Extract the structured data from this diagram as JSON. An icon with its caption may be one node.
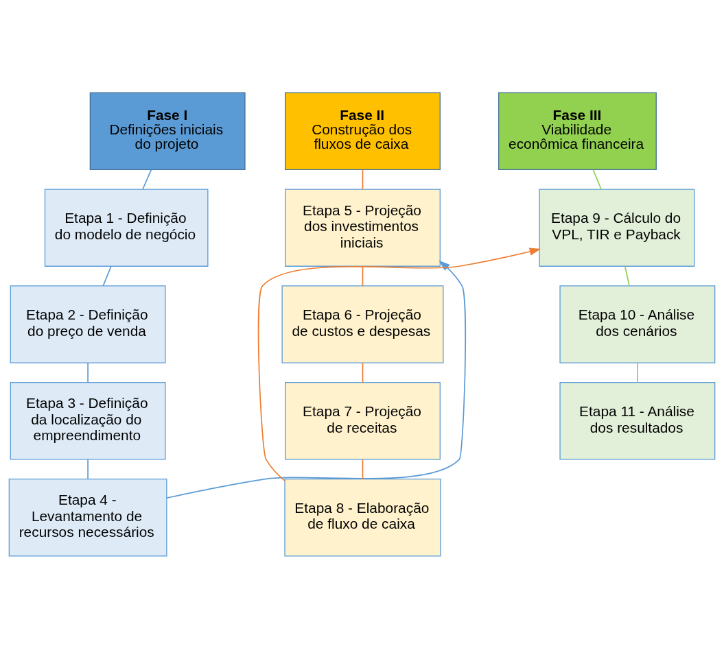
{
  "diagram": {
    "nodes": [
      {
        "text": [
          "Fase I",
          "Definições iniciais do projeto"
        ]
      },
      {
        "text": [
          "Etapa 1 - Definição do modelo de negócio"
        ]
      },
      {
        "text": [
          "Etapa 2 - Definição do preço de venda"
        ]
      },
      {
        "text": [
          "Etapa 3 - Definição da localização do empreendimento"
        ]
      },
      {
        "text": [
          "Etapa 4 - Levantamento de recursos necessários"
        ]
      },
      {
        "text": [
          "Fase II",
          "Construção dos fluxos de caixa"
        ]
      },
      {
        "text": [
          "Etapa 5 - Projeção dos investimentos iniciais"
        ]
      },
      {
        "text": [
          "Etapa 6 - Projeção de custos e despesas"
        ]
      },
      {
        "text": [
          "Etapa 7 - Projeção de receitas"
        ]
      },
      {
        "text": [
          "Etapa 8 - Elaboração de fluxo de caixa"
        ]
      },
      {
        "text": [
          "Fase III",
          "Viabilidade econômica financeira"
        ]
      },
      {
        "text": [
          "Etapa 9 - Cálculo do VPL, TIR e Payback"
        ]
      },
      {
        "text": [
          "Etapa 10 - Análise dos cenários"
        ]
      },
      {
        "text": [
          "Etapa 11 - Análise dos resultados"
        ]
      }
    ],
    "edges": [
      {
        "from": 0,
        "to": 1,
        "arrow": "none",
        "color": "#5b9bd5"
      },
      {
        "from": 1,
        "to": 2,
        "arrow": "none",
        "color": "#5b9bd5"
      },
      {
        "from": 2,
        "to": 3,
        "arrow": "none",
        "color": "#5b9bd5"
      },
      {
        "from": 3,
        "to": 4,
        "arrow": "none",
        "color": "#5b9bd5"
      },
      {
        "from": 4,
        "to": 6,
        "arrow": "to",
        "color": "#5b9bd5"
      },
      {
        "from": 5,
        "to": 6,
        "arrow": "none",
        "color": "#ed7d31"
      },
      {
        "from": 6,
        "to": 7,
        "arrow": "none",
        "color": "#ed7d31"
      },
      {
        "from": 7,
        "to": 8,
        "arrow": "none",
        "color": "#ed7d31"
      },
      {
        "from": 8,
        "to": 9,
        "arrow": "none",
        "color": "#ed7d31"
      },
      {
        "from": 9,
        "to": 11,
        "arrow": "to",
        "color": "#ed7d31"
      },
      {
        "from": 10,
        "to": 11,
        "arrow": "none",
        "color": "#92d050"
      },
      {
        "from": 11,
        "to": 12,
        "arrow": "none",
        "color": "#92d050"
      },
      {
        "from": 12,
        "to": 13,
        "arrow": "none",
        "color": "#92d050"
      }
    ]
  }
}
